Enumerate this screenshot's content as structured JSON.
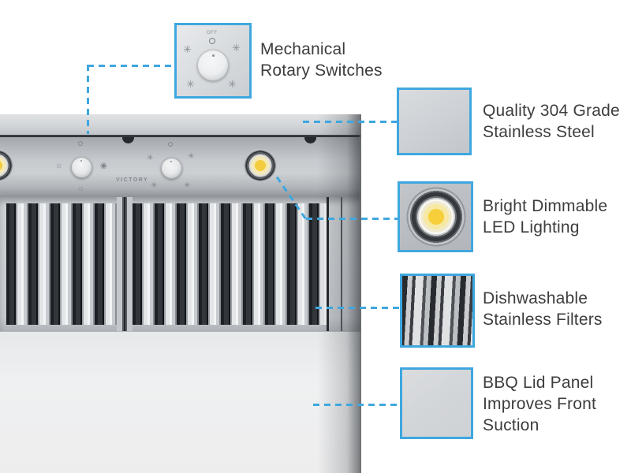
{
  "theme": {
    "accent": "#3fa7df",
    "background": "#ffffff",
    "label_text_color": "#3d3d3d",
    "steel_light": "#d2d5d8",
    "steel_dark": "#2e3236",
    "led_yellow": "#f3cd3f"
  },
  "product": {
    "brand": "VICTORY"
  },
  "rotary_detail": {
    "off_label": "OFF"
  },
  "icons": {
    "fan_glyph": "✳",
    "light_glyph": "☼",
    "dimmer_glyph": "◉"
  },
  "callouts": [
    {
      "id": "rotary-switches",
      "lines": [
        "Mechanical",
        "Rotary Switches"
      ]
    },
    {
      "id": "stainless-steel",
      "lines": [
        "Quality 304 Grade",
        "Stainless Steel"
      ]
    },
    {
      "id": "led-lighting",
      "lines": [
        "Bright Dimmable",
        "LED Lighting"
      ]
    },
    {
      "id": "stainless-filters",
      "lines": [
        "Dishwashable",
        "Stainless Filters"
      ]
    },
    {
      "id": "bbq-lid-panel",
      "lines": [
        "BBQ Lid Panel",
        "Improves Front",
        "Suction"
      ]
    }
  ]
}
